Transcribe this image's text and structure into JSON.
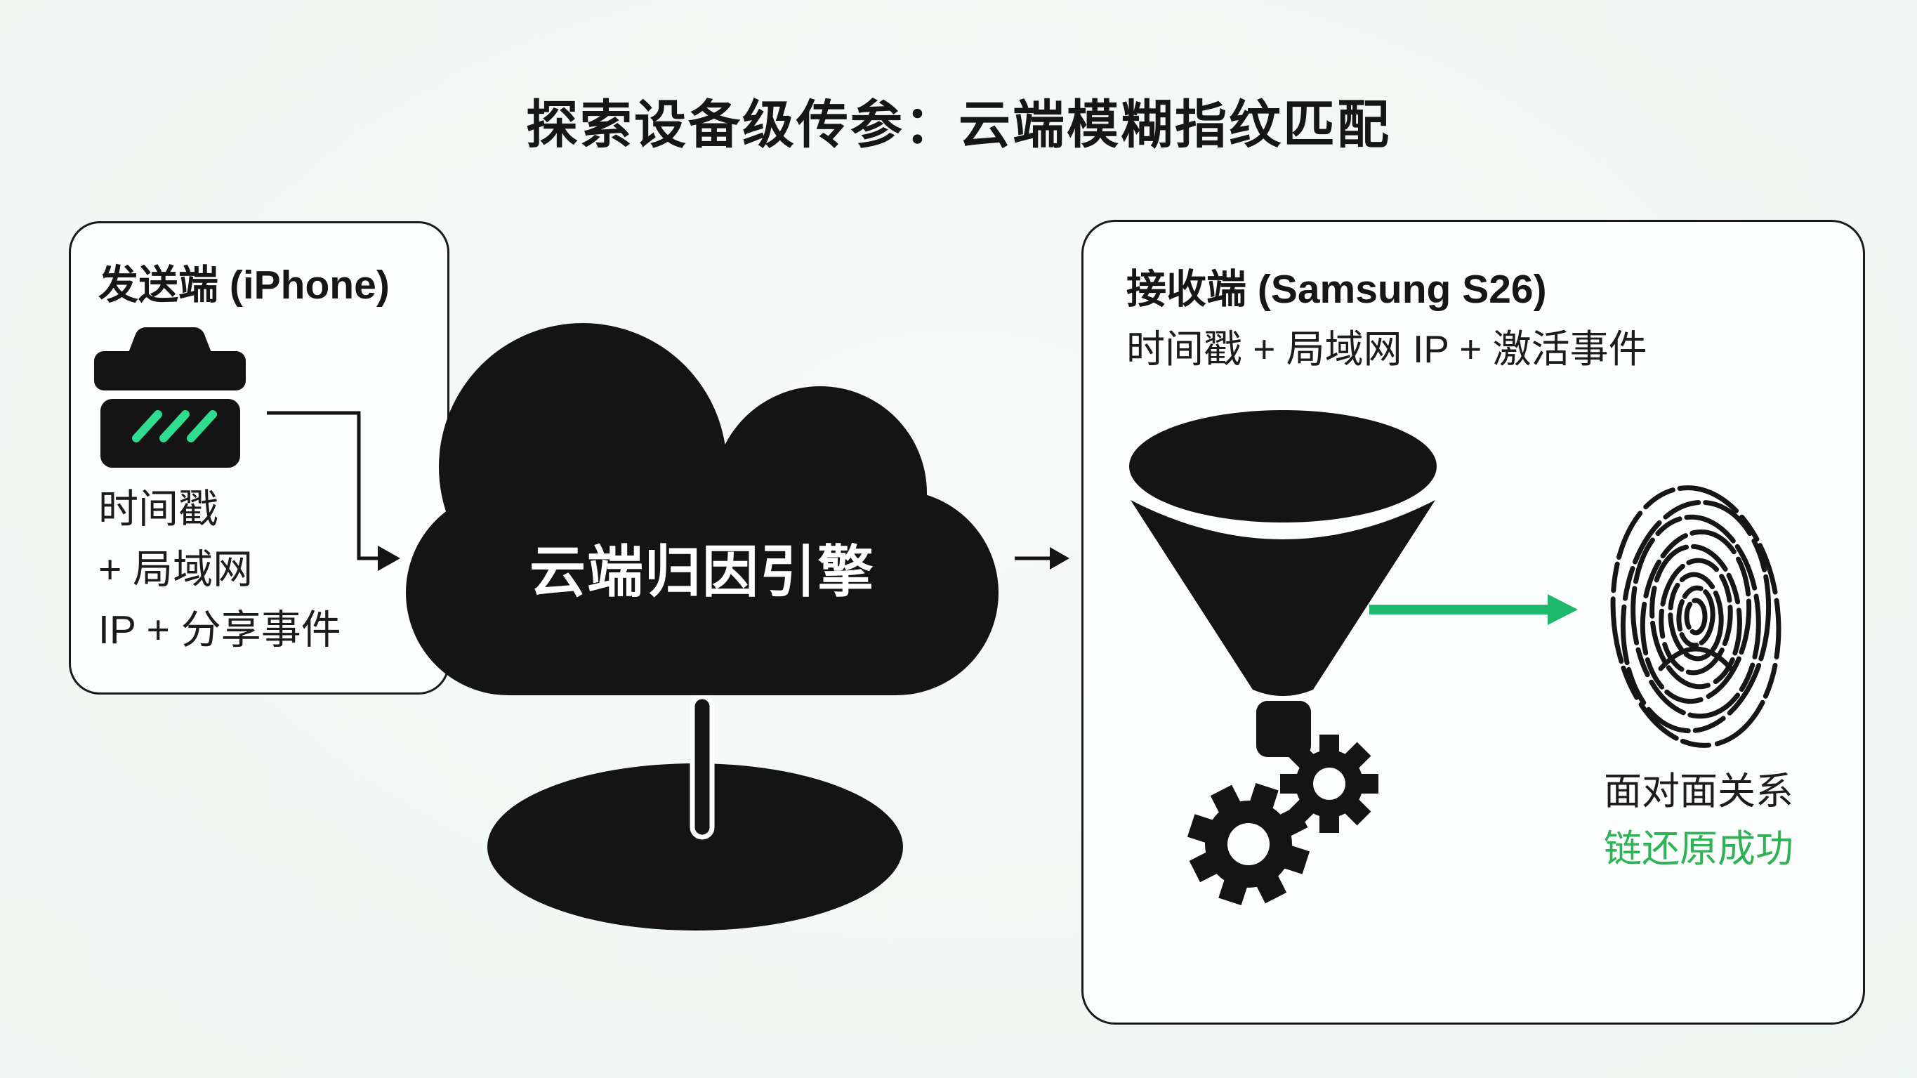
{
  "title": "探索设备级传参：云端模糊指纹匹配",
  "sender": {
    "panel_title": "发送端 (iPhone)",
    "device_icon": "toolbox-share-icon",
    "data_lines": [
      "时间戳",
      "+ 局域网",
      "IP + 分享事件"
    ]
  },
  "cloud": {
    "icon": "cloud-icon",
    "label": "云端归因引擎"
  },
  "receiver": {
    "panel_title": "接收端 (Samsung S26)",
    "data_line": "时间戳 + 局域网 IP + 激活事件",
    "icons": [
      "funnel-icon",
      "gears-icon",
      "fingerprint-icon"
    ],
    "result": {
      "line1": "面对面关系",
      "line2": "链还原成功"
    }
  },
  "colors": {
    "ink": "#141414",
    "panel_fill": "#fcfdfd",
    "background_mint": "#e7f8ef",
    "slash_green": "#2edd8e",
    "arrow_green": "#1fb96d",
    "success_green": "#30b257"
  }
}
